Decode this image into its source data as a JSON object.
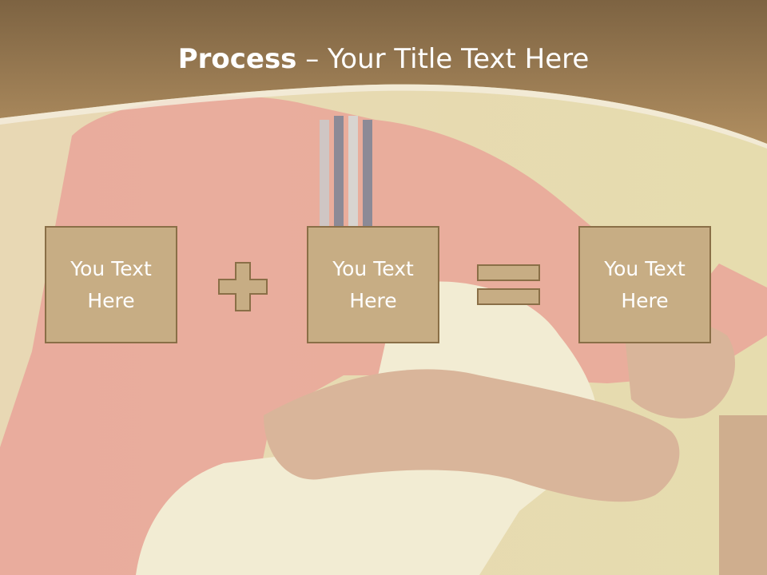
{
  "slide": {
    "title_bold": "Process",
    "title_rest": " – Your Title Text Here",
    "boxes": [
      {
        "line1": "You Text",
        "line2": "Here"
      },
      {
        "line1": "You Text",
        "line2": "Here"
      },
      {
        "line1": "You Text",
        "line2": "Here"
      }
    ],
    "operators": [
      "plus-icon",
      "equals-icon"
    ]
  },
  "colors": {
    "header_brown": "#9c7f55",
    "box_fill": "#c7ad84",
    "box_border": "#8a6f47",
    "text": "#ffffff"
  }
}
